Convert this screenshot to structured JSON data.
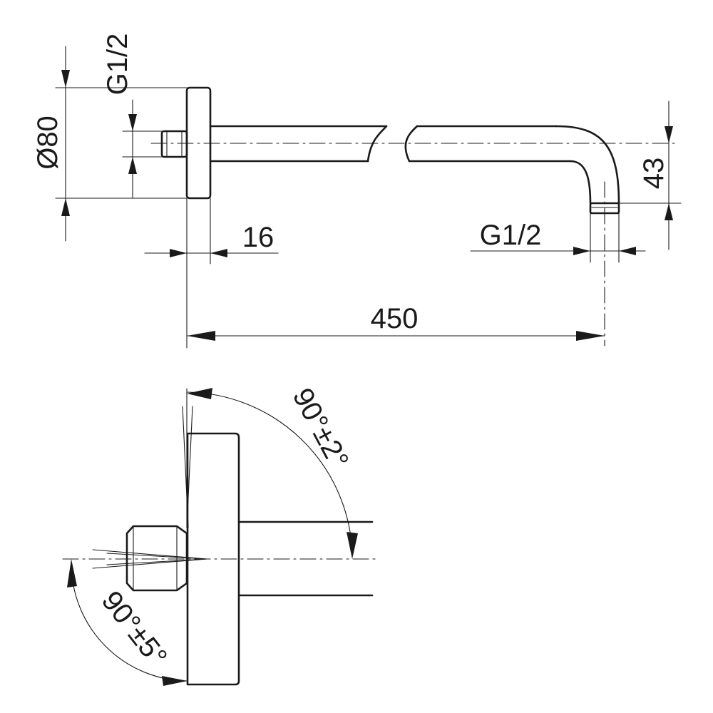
{
  "dimensions": {
    "diameter_flange": "Ø80",
    "thread_wall": "G1/2",
    "flange_thickness": "16",
    "thread_outlet": "G1/2",
    "arm_length": "450",
    "drop_height": "43"
  },
  "angles": {
    "arm_to_wall": "90°±2°",
    "thread_to_flange": "90°±5°"
  },
  "colors": {
    "line": "#1a1a1a",
    "background": "#ffffff"
  }
}
